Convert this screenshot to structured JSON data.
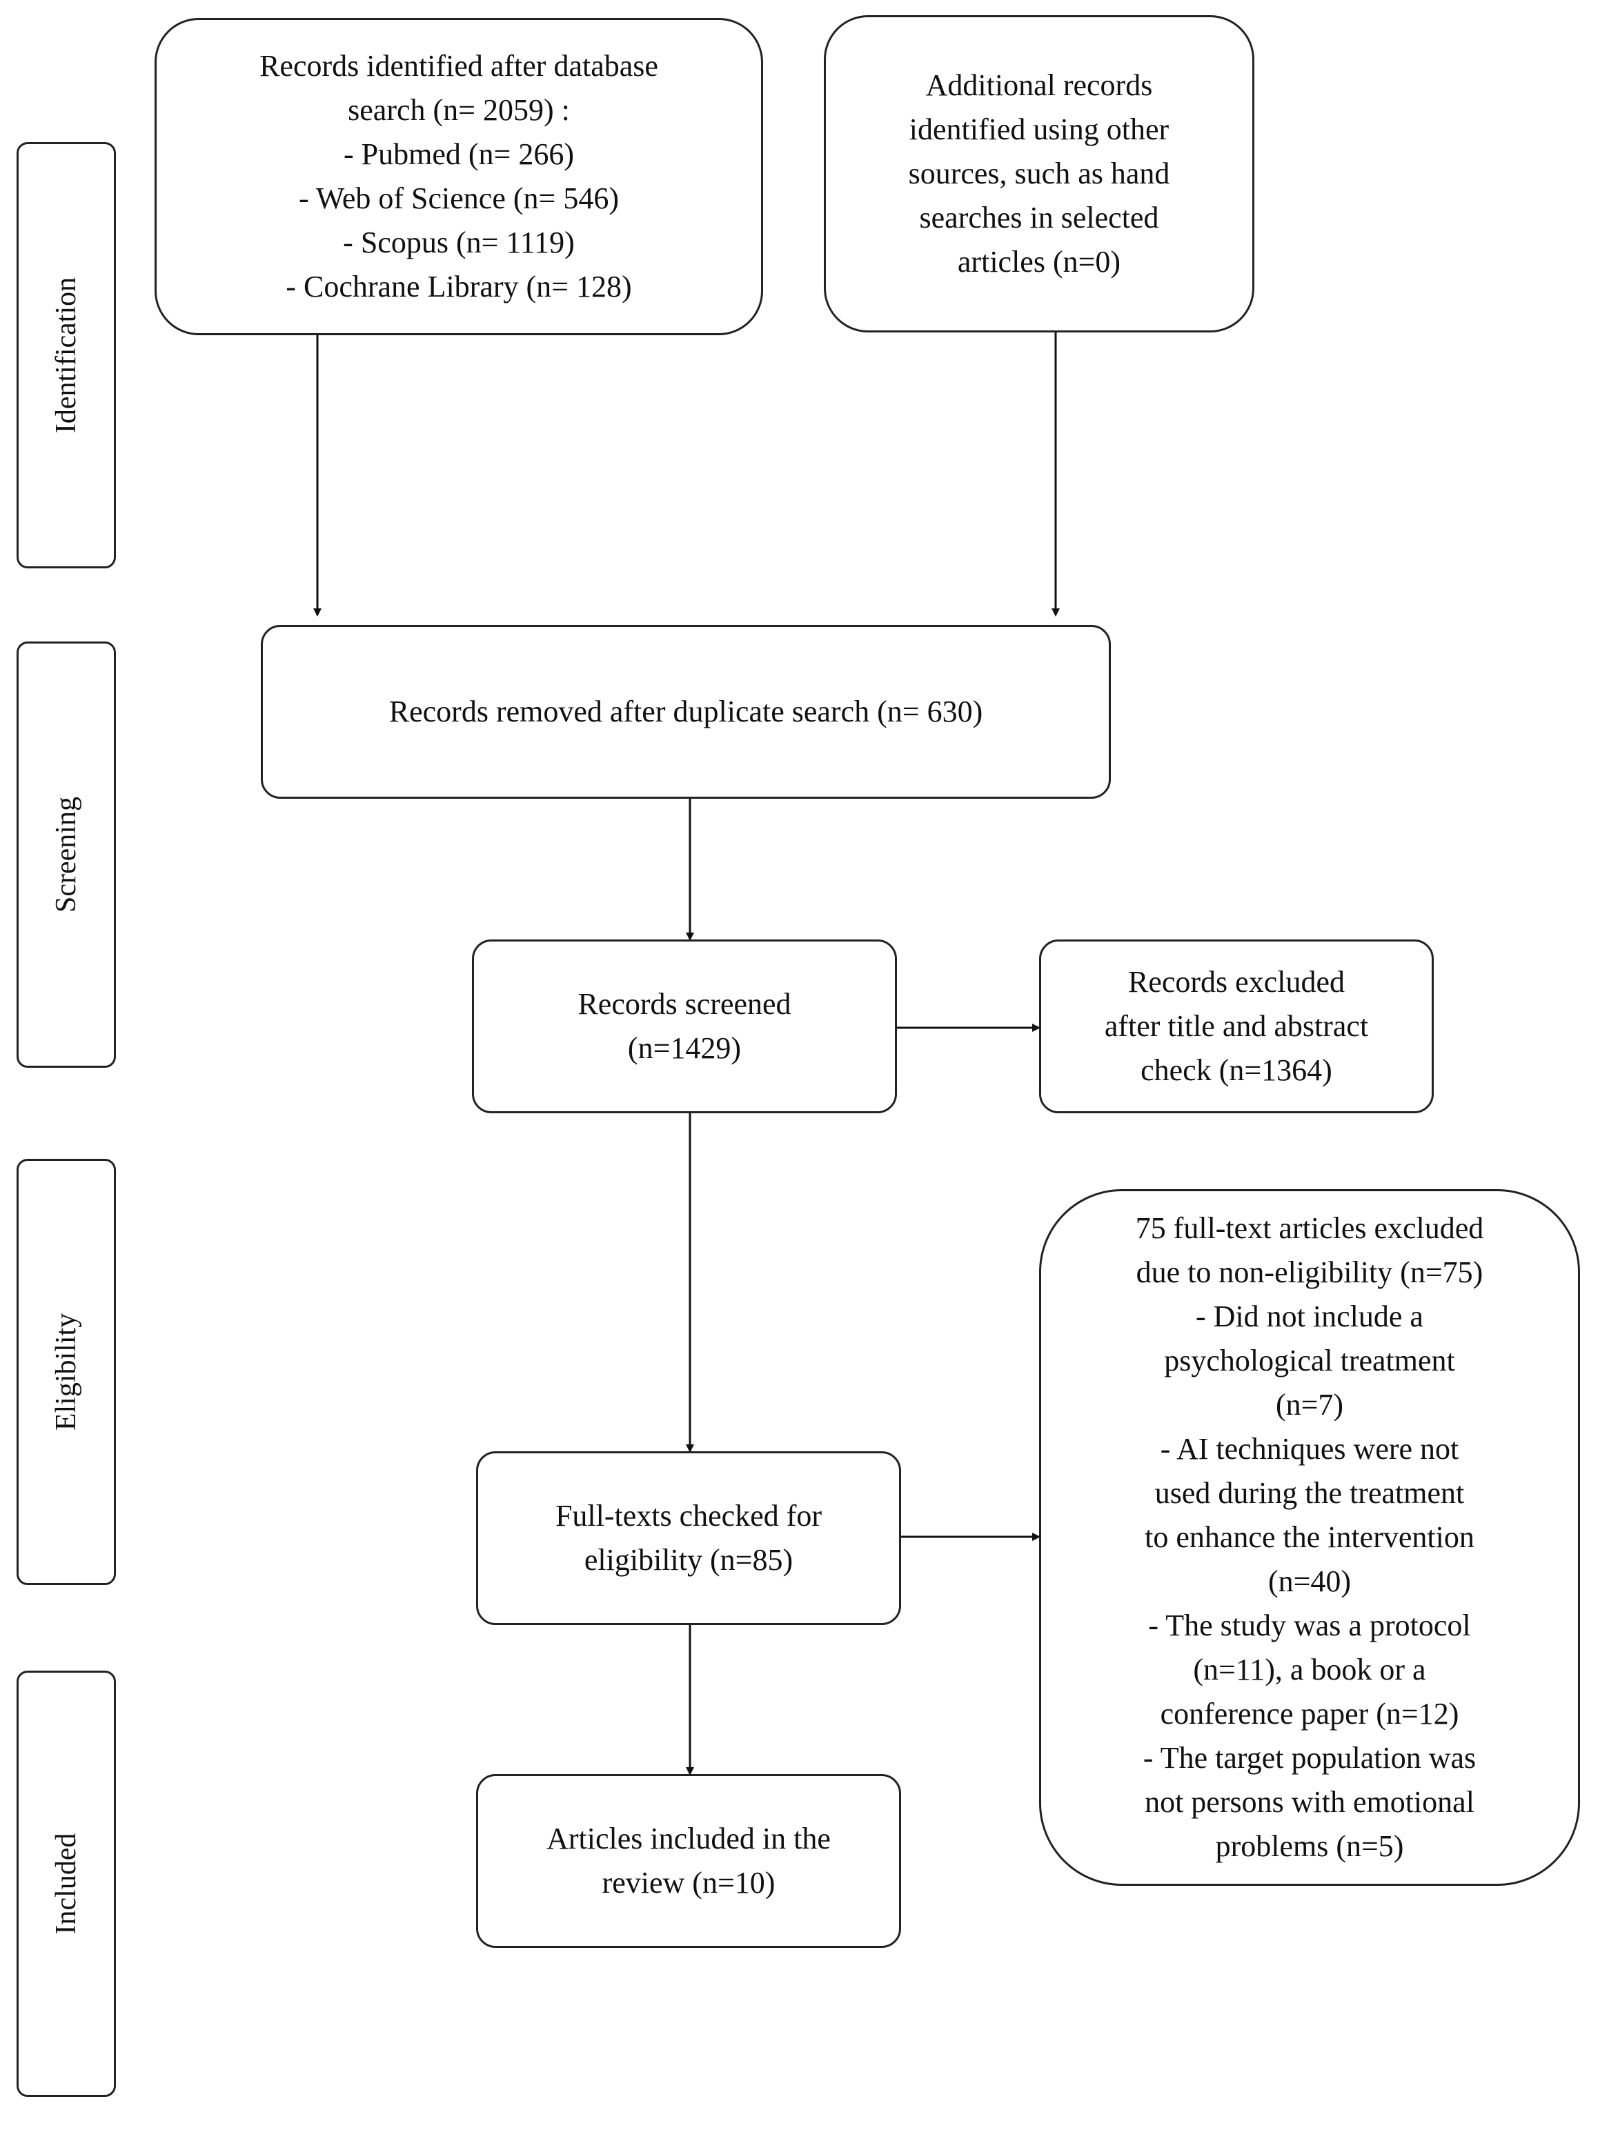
{
  "stages": {
    "identification": "Identification",
    "screening": "Screening",
    "eligibility": "Eligibility",
    "included": "Included"
  },
  "boxes": {
    "database_search": [
      "Records identified after database",
      "search (n= 2059) :",
      "-   Pubmed (n= 266)",
      "-   Web of Science (n= 546)",
      "-   Scopus (n= 1119)",
      "-   Cochrane Library (n= 128)"
    ],
    "other_sources": [
      "Additional records",
      "identified using other",
      "sources, such as hand",
      "searches in selected",
      "articles (n=0)"
    ],
    "duplicates_removed": [
      "Records removed after duplicate search (n= 630)"
    ],
    "screened": [
      "Records screened",
      "(n=1429)"
    ],
    "excluded_title_abstract": [
      "Records excluded",
      "after title and abstract",
      "check (n=1364)"
    ],
    "full_text_checked": [
      "Full-texts checked for",
      "eligibility (n=85)"
    ],
    "full_text_excluded": [
      "75 full-text articles excluded",
      "due to non-eligibility (n=75)",
      "-  Did not include a",
      "psychological treatment",
      "(n=7)",
      "-  AI techniques were not",
      "used during the treatment",
      "to enhance the intervention",
      "(n=40)",
      "- The study was a protocol",
      "(n=11), a book or a",
      "conference paper (n=12)",
      "- The target population was",
      "not persons with emotional",
      "problems (n=5)"
    ],
    "included_articles": [
      "Articles included in the",
      "review (n=10)"
    ]
  }
}
